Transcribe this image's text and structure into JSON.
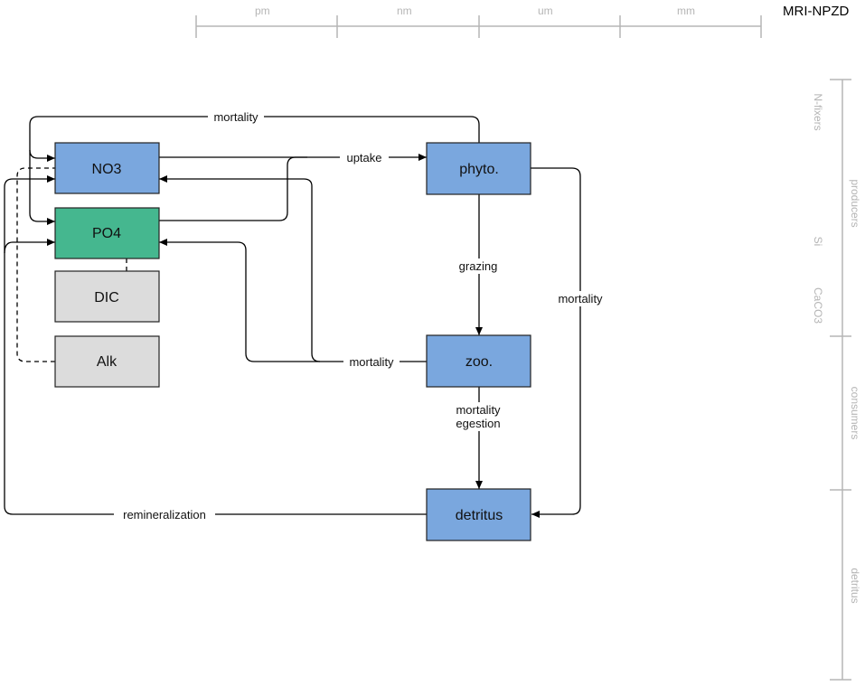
{
  "title": "MRI-NPZD",
  "size_scale": [
    "pm",
    "nm",
    "um",
    "mm"
  ],
  "groups": {
    "producers": {
      "label": "producers",
      "sub": [
        "N-fixers",
        "Si",
        "CaCO3"
      ]
    },
    "consumers": {
      "label": "consumers"
    },
    "detritus": {
      "label": "detritus"
    }
  },
  "boxes": {
    "no3": {
      "label": "NO3",
      "color": "#7aa7de"
    },
    "po4": {
      "label": "PO4",
      "color": "#45b78f"
    },
    "dic": {
      "label": "DIC",
      "color": "#dcdcdc"
    },
    "alk": {
      "label": "Alk",
      "color": "#dcdcdc"
    },
    "phyto": {
      "label": "phyto.",
      "color": "#7aa7de"
    },
    "zoo": {
      "label": "zoo.",
      "color": "#7aa7de"
    },
    "detritus": {
      "label": "detritus",
      "color": "#7aa7de"
    }
  },
  "edges": {
    "mortality_top": "mortality",
    "uptake": "uptake",
    "grazing": "grazing",
    "mortality_phyto": "mortality",
    "mortality_zoo": "mortality",
    "mortality_egestion_1": "mortality",
    "mortality_egestion_2": "egestion",
    "remineralization": "remineralization"
  }
}
